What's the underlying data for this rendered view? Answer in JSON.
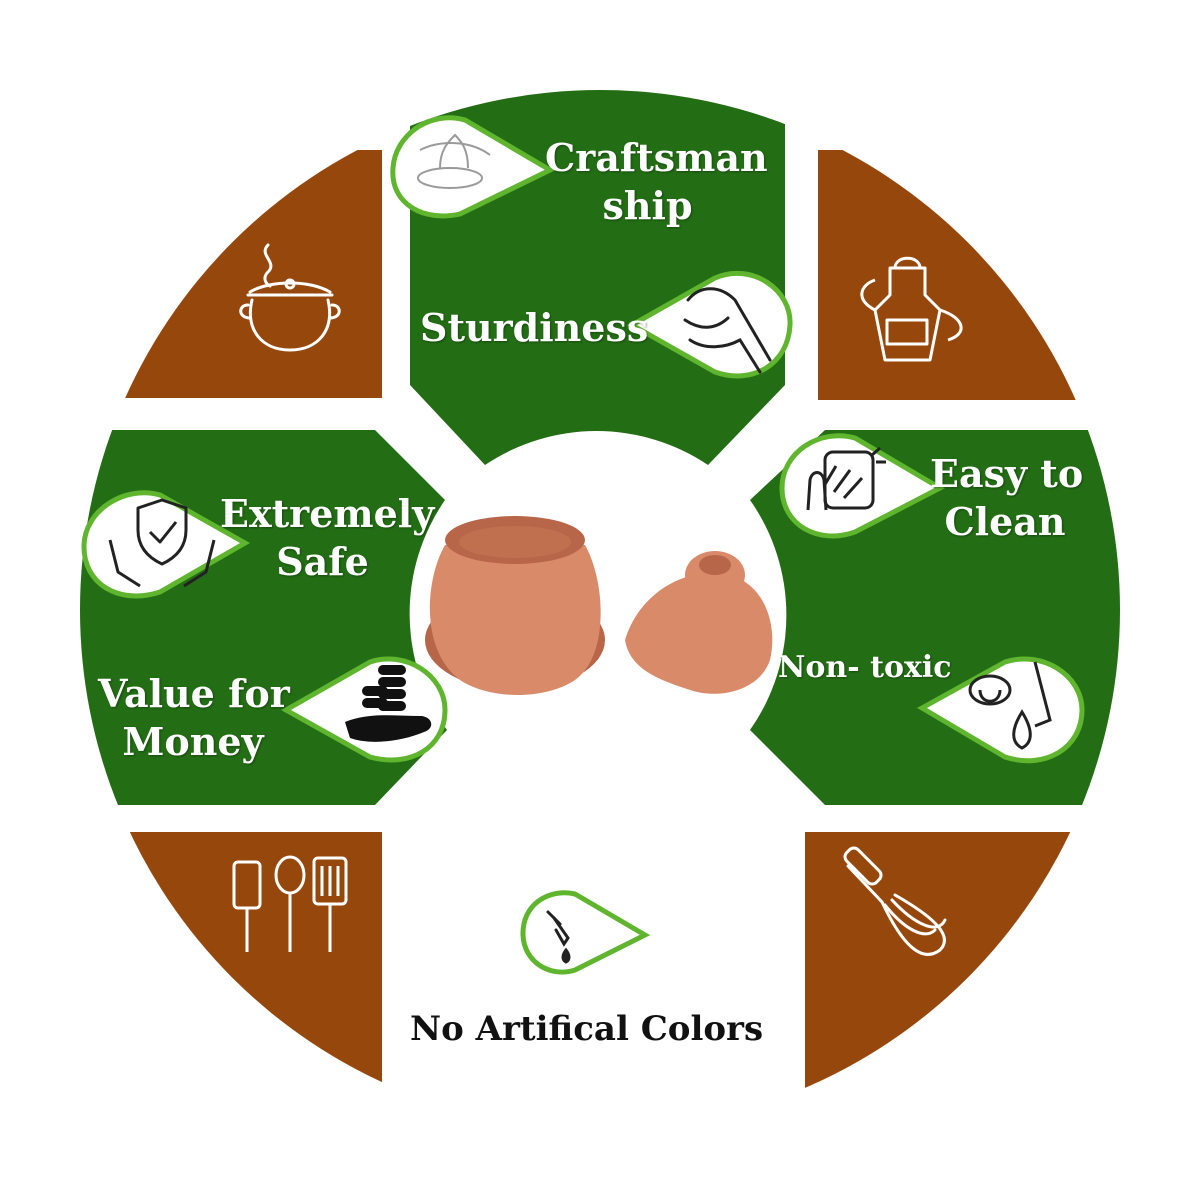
{
  "colors": {
    "green": "#236e14",
    "brown": "#96480c",
    "leaf_border": "#5fb52e",
    "pot": "#d98a68",
    "pot_dark": "#b8664a",
    "icon_dark": "#222222"
  },
  "features": {
    "craftsmanship": {
      "line1": "Craftsman",
      "line2": "ship",
      "icon": "pottery-wheel-hands-icon"
    },
    "sturdiness": {
      "label": "Sturdiness",
      "icon": "gripping-hand-icon"
    },
    "extremely_safe": {
      "line1": "Extremely",
      "line2": "Safe",
      "icon": "shield-check-hands-icon"
    },
    "value_for_money": {
      "line1": "Value for",
      "line2": "Money",
      "icon": "coins-on-hand-icon"
    },
    "easy_to_clean": {
      "line1": "Easy to",
      "line2": "Clean",
      "icon": "wiping-hand-icon"
    },
    "non_toxic": {
      "label": "Non- toxic",
      "icon": "tongue-nose-drop-icon"
    },
    "no_artificial_colors": {
      "label": "No Artifical Colors",
      "icon": "dropper-icon"
    }
  },
  "corner_icons": {
    "top_left": "steaming-pot-icon",
    "top_right": "apron-icon",
    "bottom_left": "kitchen-utensils-icon",
    "bottom_right": "whisk-icon"
  },
  "center_image": "clay-pot-with-lid"
}
